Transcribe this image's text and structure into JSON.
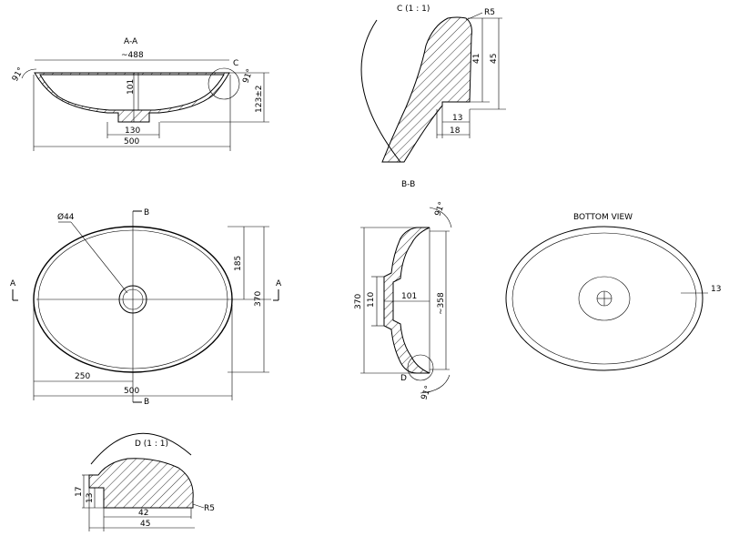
{
  "views": {
    "section_aa": {
      "title": "A-A",
      "dims": {
        "top_width": "~488",
        "depth": "101",
        "drain": "130",
        "overall": "500",
        "height": "123±2",
        "angle": "91°",
        "angle2": "91°"
      },
      "detail_ref": "C"
    },
    "detail_c": {
      "title": "C (1 : 1)",
      "dims": {
        "radius": "R5",
        "d41": "41",
        "d45": "45",
        "d13": "13",
        "d18": "18"
      }
    },
    "plan_view": {
      "dims": {
        "hole": "Ø44",
        "half_height": "185",
        "height": "370",
        "half_width": "250",
        "width": "500"
      },
      "section_mark_a": "A",
      "section_mark_b": "B"
    },
    "section_bb": {
      "title": "B-B",
      "dims": {
        "overall": "370",
        "drain": "110",
        "depth": "101",
        "inner": "~358",
        "angle_top": "91°",
        "angle_bottom": "91°"
      },
      "detail_ref": "D"
    },
    "bottom_view": {
      "title": "BOTTOM VIEW",
      "dims": {
        "rim": "13"
      }
    },
    "detail_d": {
      "title": "D (1 : 1)",
      "dims": {
        "d17": "17",
        "d13": "13",
        "d42": "42",
        "d45": "45",
        "radius": "R5"
      }
    }
  }
}
